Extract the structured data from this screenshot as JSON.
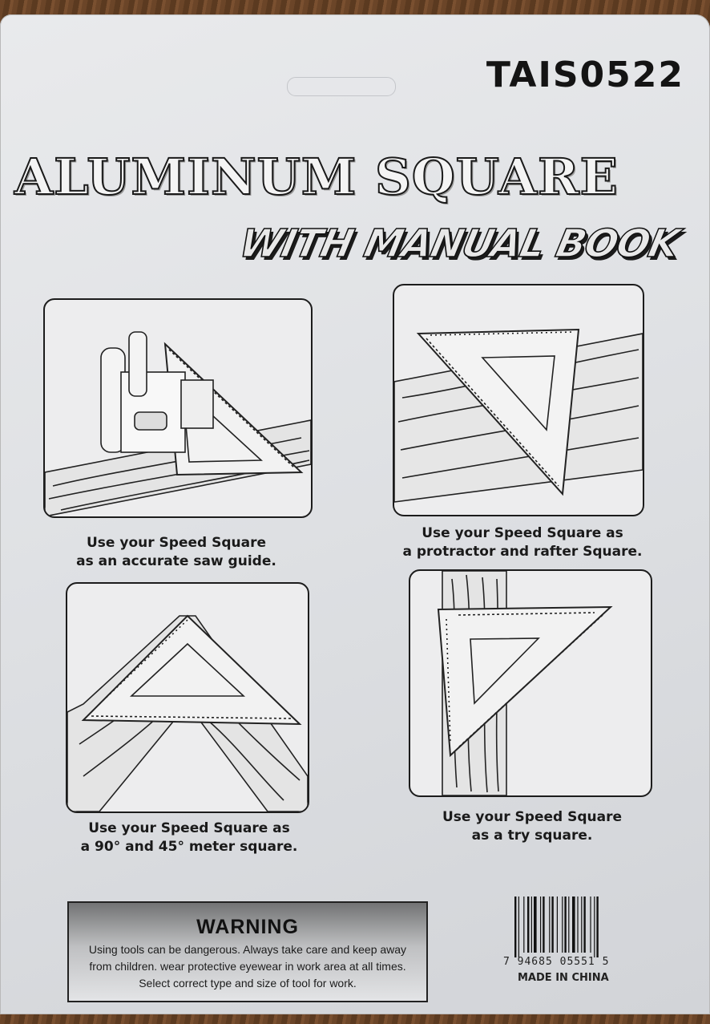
{
  "packaging": {
    "model_code": "TAIS0522",
    "title": "ALUMINUM SQUARE",
    "subtitle": "WITH MANUAL BOOK"
  },
  "illustrations": [
    {
      "caption_line1": "Use your Speed Square",
      "caption_line2": "as an accurate saw guide."
    },
    {
      "caption_line1": "Use your Speed Square as",
      "caption_line2": "a protractor and rafter Square."
    },
    {
      "caption_line1": "Use your Speed Square as",
      "caption_line2": "a 90° and 45° meter square."
    },
    {
      "caption_line1": "Use your Speed Square",
      "caption_line2": "as a try square."
    }
  ],
  "warning": {
    "title": "WARNING",
    "text": "Using tools can be dangerous. Always take care and keep away from children. wear protective eyewear in work area at all times. Select correct type and size of tool for work."
  },
  "barcode": {
    "number": "7 94685 05551 5"
  },
  "origin": "MADE IN CHINA",
  "colors": {
    "card": "#e2e3e6",
    "ink": "#1a1a1a",
    "wood_background": "#6b4528"
  }
}
